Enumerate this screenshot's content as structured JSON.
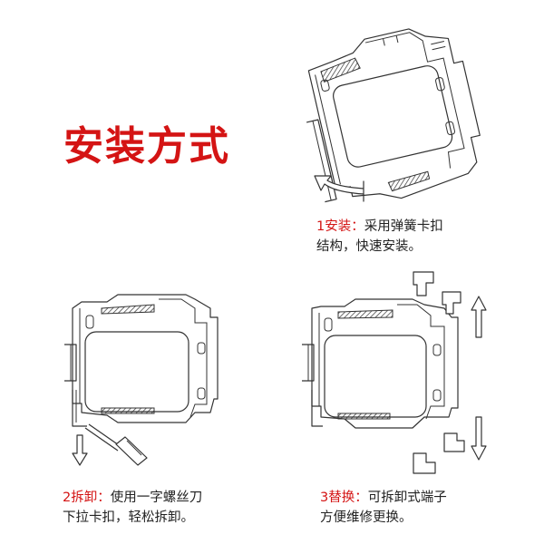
{
  "title": "安装方式",
  "steps": [
    {
      "num": "1",
      "name": "安装",
      "sep": "：",
      "line1": "采用弹簧卡扣",
      "line2": "结构，快速安装。"
    },
    {
      "num": "2",
      "name": "拆卸",
      "sep": "：",
      "line1": "使用一字螺丝刀",
      "line2": "下拉卡扣，轻松拆卸。"
    },
    {
      "num": "3",
      "name": "替换",
      "sep": "：",
      "line1": "可拆卸式端子",
      "line2": "方便维修更换。"
    }
  ],
  "colors": {
    "accent": "#d41414",
    "line": "#333333",
    "text": "#222222"
  },
  "icons": [
    "module-install-illustration",
    "module-remove-illustration",
    "module-replace-illustration",
    "screwdriver-icon",
    "arrow-up-icon",
    "arrow-down-icon",
    "curved-arrow-icon"
  ]
}
